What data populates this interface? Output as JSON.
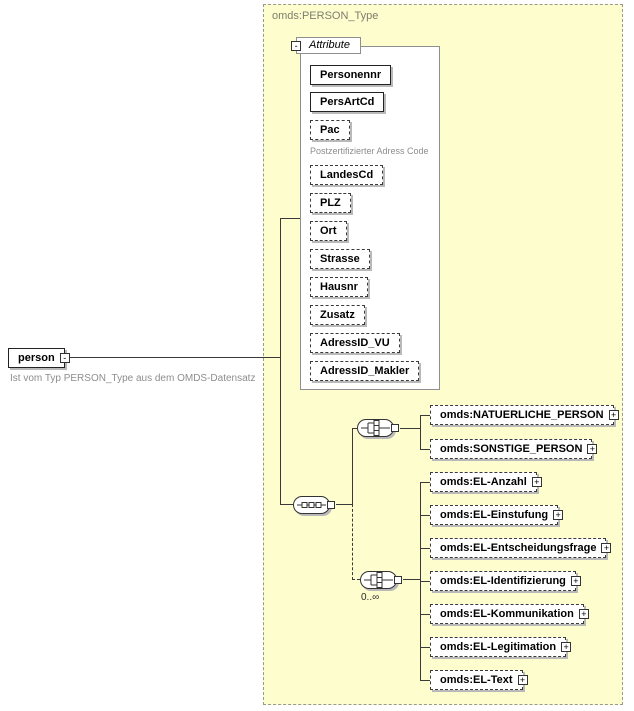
{
  "icons": {
    "plus": "+",
    "minus": "-"
  },
  "container": {
    "title": "omds:PERSON_Type"
  },
  "root": {
    "label": "person",
    "annotation": "Ist vom Typ PERSON_Type aus dem OMDS-Datensatz"
  },
  "attributes": {
    "header": "Attribute",
    "items": [
      {
        "label": "Personennr"
      },
      {
        "label": "PersArtCd"
      },
      {
        "label": "Pac",
        "annotation": "Postzertifizierter Adress Code"
      },
      {
        "label": "LandesCd"
      },
      {
        "label": "PLZ"
      },
      {
        "label": "Ort"
      },
      {
        "label": "Strasse"
      },
      {
        "label": "Hausnr"
      },
      {
        "label": "Zusatz"
      },
      {
        "label": "AdressID_VU"
      },
      {
        "label": "AdressID_Makler"
      }
    ]
  },
  "content": {
    "person_choice": {
      "elements": [
        {
          "label": "omds:NATUERLICHE_PERSON"
        },
        {
          "label": "omds:SONSTIGE_PERSON"
        }
      ]
    },
    "el_choice": {
      "occurrence": "0..∞",
      "elements": [
        {
          "label": "omds:EL-Anzahl"
        },
        {
          "label": "omds:EL-Einstufung"
        },
        {
          "label": "omds:EL-Entscheidungsfrage"
        },
        {
          "label": "omds:EL-Identifizierung"
        },
        {
          "label": "omds:EL-Kommunikation"
        },
        {
          "label": "omds:EL-Legitimation"
        },
        {
          "label": "omds:EL-Text"
        }
      ]
    }
  }
}
